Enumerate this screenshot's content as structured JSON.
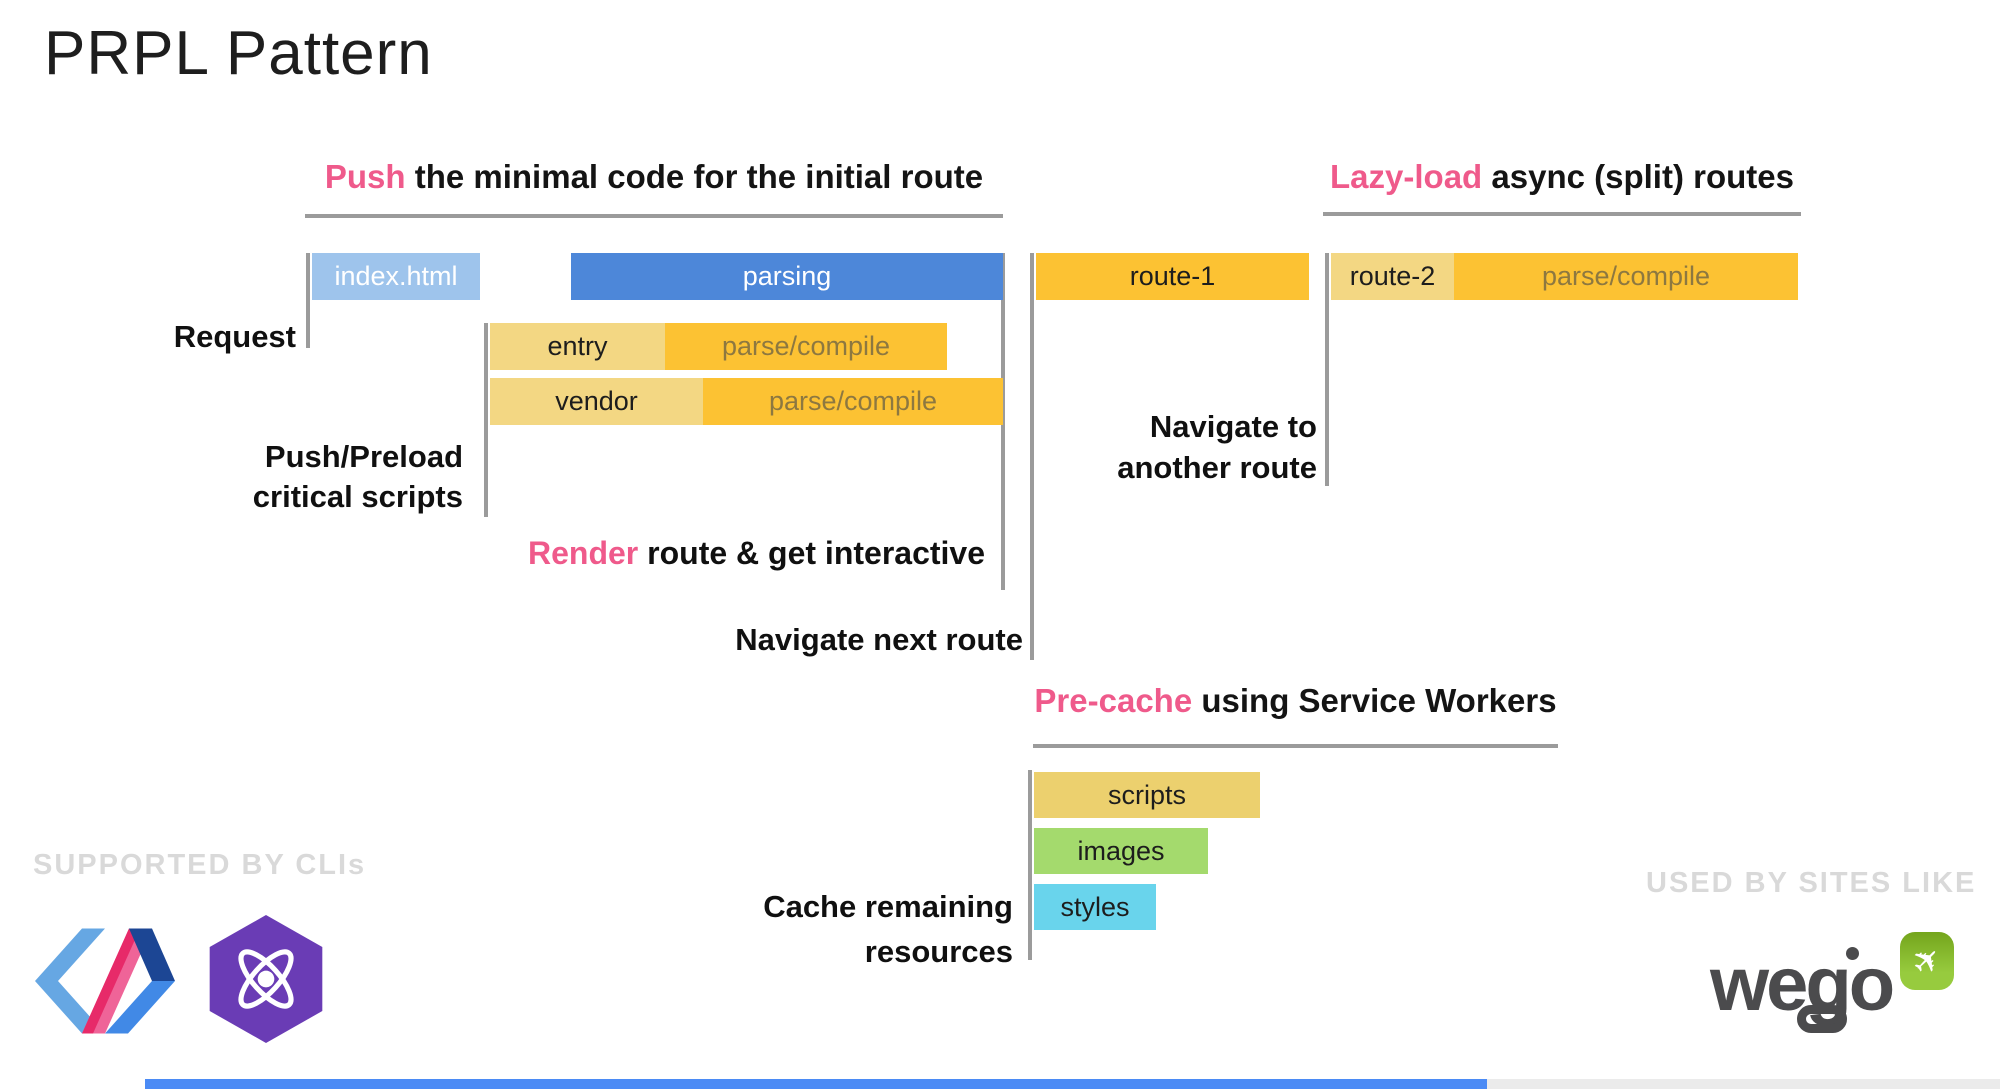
{
  "title": "PRPL Pattern",
  "headings": {
    "push": {
      "highlight": "Push",
      "rest": " the minimal code for the initial route"
    },
    "lazy_load": {
      "highlight": "Lazy-load",
      "rest": " async (split) routes"
    },
    "render": {
      "highlight": "Render",
      "rest": " route & get interactive"
    },
    "pre_cache": {
      "highlight": "Pre-cache",
      "rest": " using Service Workers"
    }
  },
  "labels": {
    "request": "Request",
    "push_preload": {
      "line1": "Push/Preload",
      "line2": "critical scripts"
    },
    "navigate_next": "Navigate next route",
    "navigate_another": {
      "line1": "Navigate to",
      "line2": "another route"
    },
    "cache_remaining": {
      "line1": "Cache remaining",
      "line2": "resources"
    }
  },
  "bars": {
    "index_html": "index.html",
    "parsing": "parsing",
    "entry": "entry",
    "entry_parse_compile": "parse/compile",
    "vendor": "vendor",
    "vendor_parse_compile": "parse/compile",
    "route_1": "route-1",
    "route_2": "route-2",
    "route_2_parse_compile": "parse/compile",
    "scripts": "scripts",
    "images": "images",
    "styles": "styles"
  },
  "footer": {
    "supported_by": "SUPPORTED BY CLIs",
    "used_by": "USED BY SITES LIKE",
    "wego_wordmark": "wego",
    "logos": [
      "polymer-logo",
      "preact-logo",
      "wego-logo"
    ]
  },
  "colors": {
    "pink": "#ef5a8b",
    "blue": "#4d87d9",
    "light_blue": "#9ec4ec",
    "orange": "#fcc233",
    "tan": "#f3d783",
    "tan_dark": "#ecd06e",
    "green": "#a4da6d",
    "cyan": "#69d4ec",
    "line_gray": "#9b9b9b",
    "caption_gray": "#d9d9d9",
    "bar_text_dark": "#1d1d1d",
    "parse_compile_text": "#8d7840",
    "progress_blue": "#4b8bf5",
    "progress_track": "#ebebeb",
    "preact_purple": "#6a3cb5",
    "wego_gray": "#4b4b4d",
    "wego_green_light": "#97cb3e",
    "wego_green_dark": "#74a51c",
    "polymer_light_blue": "#66a7e3",
    "polymer_pink": "#ef6498",
    "polymer_crimson": "#e72a69",
    "polymer_navy": "#1c4694",
    "polymer_blue": "#4189e6"
  }
}
